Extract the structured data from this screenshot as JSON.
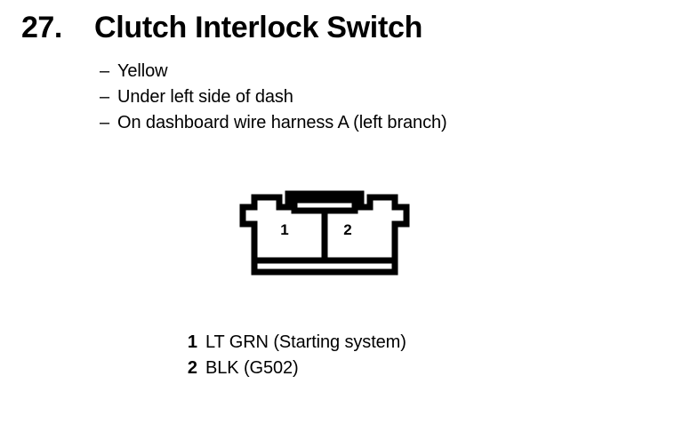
{
  "heading": {
    "number": "27.",
    "title": "Clutch Interlock Switch"
  },
  "bullets": [
    {
      "dash": "–",
      "text": "Yellow"
    },
    {
      "dash": "–",
      "text": "Under left side of dash"
    },
    {
      "dash": "–",
      "text": "On dashboard wire harness A (left branch)"
    }
  ],
  "connector": {
    "cavities": [
      {
        "number": "1"
      },
      {
        "number": "2"
      }
    ],
    "line_color": "#000000",
    "fill_color": "#ffffff"
  },
  "legend": {
    "rows": [
      {
        "pin": "1",
        "description": "LT GRN (Starting system)"
      },
      {
        "pin": "2",
        "description": "BLK (G502)"
      }
    ]
  },
  "page": {
    "background": "#ffffff",
    "text_color": "#000000"
  }
}
